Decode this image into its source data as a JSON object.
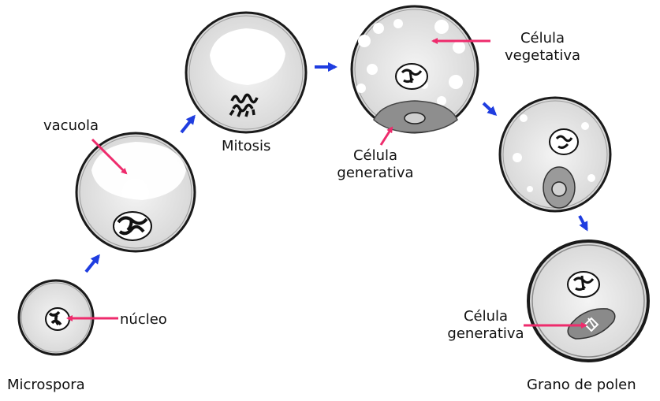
{
  "colors": {
    "pointer_arrow": "#ee2b6c",
    "sequence_arrow": "#1f3de0",
    "cell_outline": "#1a1a1a",
    "cytoplasm": "#ececec",
    "vacuole": "#ffffff"
  },
  "labels": {
    "vacuola": "vacuola",
    "nucleo": "núcleo",
    "microspora": "Microspora",
    "mitosis": "Mitosis",
    "celula_vegetativa_1": "Célula",
    "celula_vegetativa_2": "vegetativa",
    "celula_generativa_a_1": "Célula",
    "celula_generativa_a_2": "generativa",
    "celula_generativa_b_1": "Célula",
    "celula_generativa_b_2": "generativa",
    "grano_de_polen": "Grano de polen"
  },
  "stages": [
    {
      "id": "microspora",
      "icon": "microspore-cell-icon"
    },
    {
      "id": "vacuolated-microspore",
      "icon": "vacuolated-cell-icon"
    },
    {
      "id": "mitosis",
      "icon": "mitosis-cell-icon"
    },
    {
      "id": "two-celled",
      "icon": "two-celled-icon"
    },
    {
      "id": "migrating-generative",
      "icon": "migrating-cell-icon"
    },
    {
      "id": "pollen-grain",
      "icon": "pollen-grain-icon"
    }
  ],
  "sequence_arrow_icon": "right-arrow-icon",
  "pointer_arrow_icon": "pointer-arrow-icon"
}
